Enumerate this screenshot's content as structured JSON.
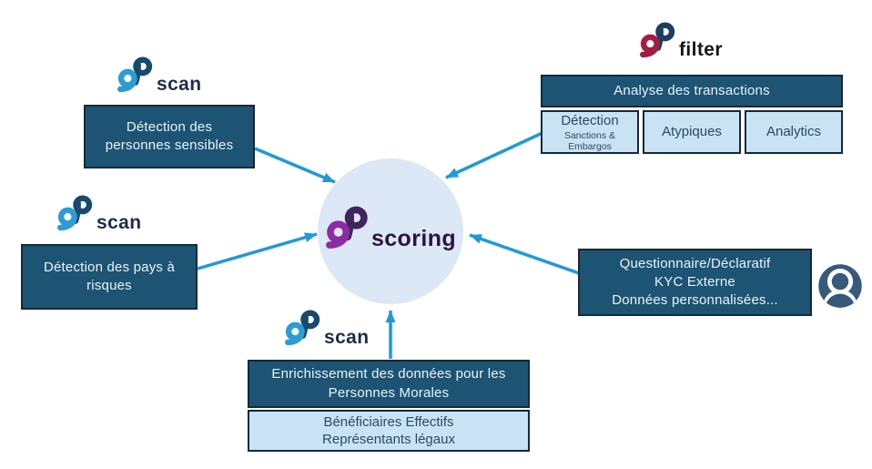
{
  "palette": {
    "dark_box_bg": "#1d5474",
    "box_border": "#13293d",
    "light_box_bg": "#c9e3f4",
    "light_box_text": "#2b4a63",
    "dark_box_text": "#e9f3fb",
    "arrow_blue": "#1e9ad8",
    "circle_bg": "#dde8f6",
    "scan_logo_a": "#2e9bd3",
    "scan_logo_p": "#174a6d",
    "filter_logo_a": "#a31c45",
    "filter_logo_p": "#1c3e63",
    "scoring_logo_a": "#8c2ba3",
    "scoring_logo_p": "#40235f",
    "person_icon": "#36597c"
  },
  "center": {
    "logo_product": "scoring"
  },
  "nodes": {
    "top_left": {
      "logo_product": "scan",
      "label": "Détection des\npersonnes sensibles"
    },
    "left": {
      "logo_product": "scan",
      "label": "Détection des pays à\nrisques"
    },
    "top_right": {
      "logo_product": "filter",
      "header": "Analyse des transactions",
      "cells": [
        {
          "title": "Détection",
          "subtitle": "Sanctions &\nEmbargos"
        },
        {
          "title": "Atypiques"
        },
        {
          "title": "Analytics"
        }
      ]
    },
    "right": {
      "label": "Questionnaire/Déclaratif\nKYC Externe\nDonnées personnalisées..."
    },
    "bottom": {
      "logo_product": "scan",
      "header": "Enrichissement des données pour les\nPersonnes Morales",
      "sub_label": "Bénéficiaires Effectifs\nReprésentants légaux"
    }
  }
}
